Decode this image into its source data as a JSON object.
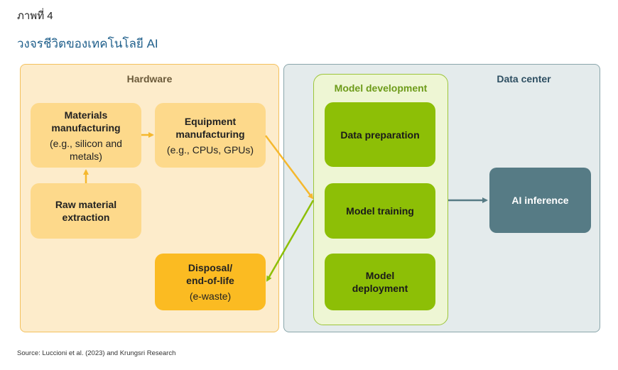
{
  "figure_label": "ภาพที่ 4",
  "title": "วงจรชีวิตของเทคโนโลยี AI",
  "hardware": {
    "title": "Hardware",
    "materials": {
      "title_line1": "Materials",
      "title_line2": "manufacturing",
      "detail": "(e.g., silicon and metals)"
    },
    "equipment": {
      "title_line1": "Equipment",
      "title_line2": "manufacturing",
      "detail": "(e.g., CPUs, GPUs)"
    },
    "raw": {
      "title_line1": "Raw material",
      "title_line2": "extraction"
    },
    "disposal": {
      "title_line1": "Disposal/",
      "title_line2": "end-of-life",
      "detail": "(e-waste)"
    }
  },
  "data_center": {
    "title": "Data center",
    "model_development": {
      "title": "Model development",
      "data_preparation": "Data preparation",
      "model_training": "Model training",
      "deployment_line1": "Model",
      "deployment_line2": "deployment"
    },
    "ai_inference": "AI inference"
  },
  "source": "Source: Luccioni et al. (2023) and Krungsri Research",
  "colors": {
    "hardware_fill": "#fdeccb",
    "hardware_box": "#fdd98b",
    "disposal_box": "#fbbb22",
    "model_box": "#8dbf06",
    "inference_box": "#567b85",
    "data_center_fill": "#e4ebec",
    "arrow_orange": "#f5b82e",
    "arrow_green": "#8dbf06",
    "arrow_teal": "#567b85"
  }
}
